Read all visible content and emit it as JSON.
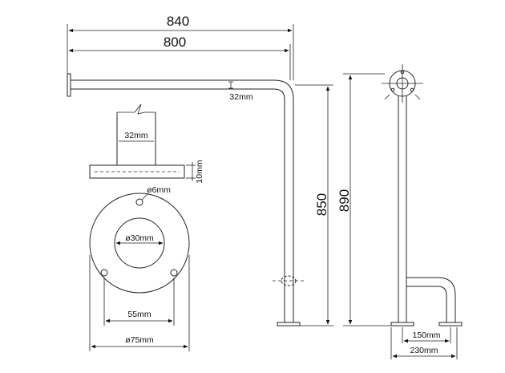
{
  "dimensions": {
    "overall_length": "840",
    "arm_length": "800",
    "tube_diameter": "32mm",
    "height_inner": "850",
    "height_outer": "890",
    "flange_thickness": "10mm",
    "tube_on_flange": "32mm",
    "screw_hole": "ø6mm",
    "inner_bore": "ø30mm",
    "hole_spacing": "55mm",
    "flange_diameter": "ø75mm",
    "foot_inner_width": "150mm",
    "foot_outer_width": "230mm"
  }
}
